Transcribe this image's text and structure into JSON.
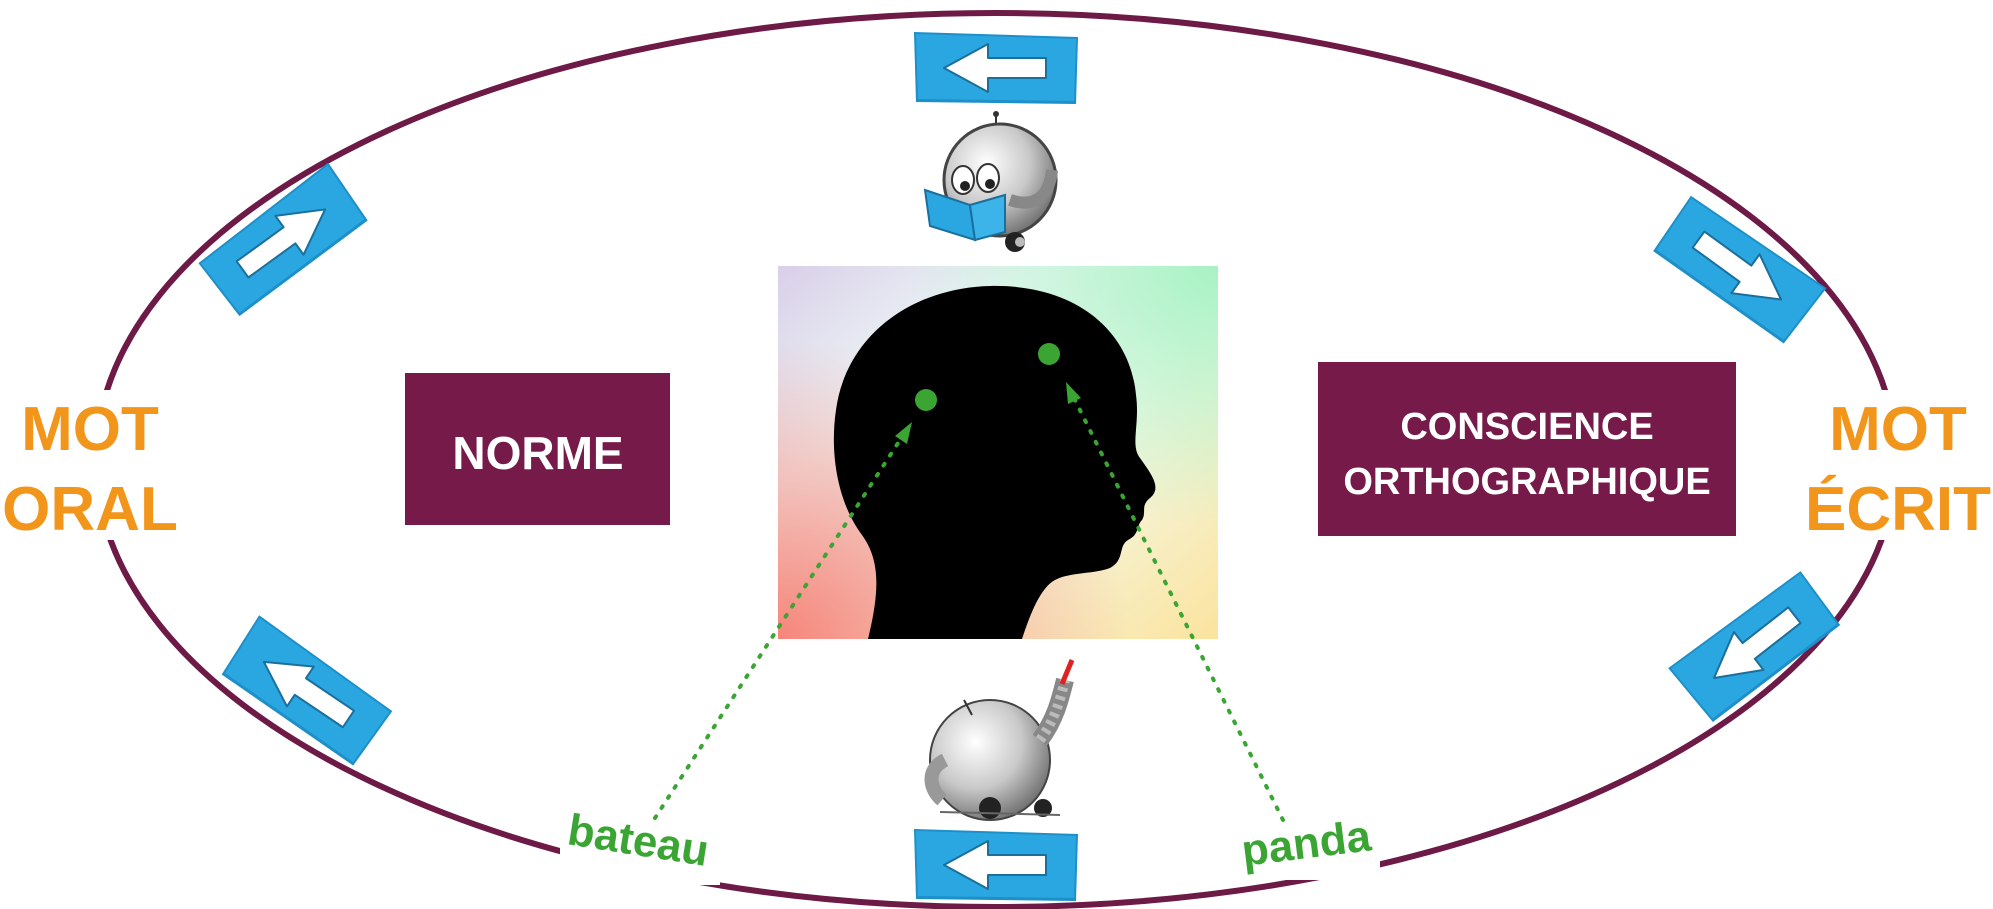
{
  "labels": {
    "left": [
      "MOT",
      "ORAL"
    ],
    "right": [
      "MOT",
      "ÉCRIT"
    ],
    "norme": "NORME",
    "conscience": [
      "CONSCIENCE",
      "ORTHOGRAPHIQUE"
    ],
    "word_left": "bateau",
    "word_right": "panda"
  },
  "icons": {
    "arrows": [
      "blue-arrow-sign-icon"
    ],
    "robot_top": "robot-reading-icon",
    "robot_bottom": "robot-writing-icon",
    "head": "head-silhouette-icon"
  },
  "colors": {
    "ellipse": "#6E1A46",
    "box": "#761A49",
    "orange": "#F2961B",
    "green": "#3BA534",
    "arrow_blue": "#2AA7E0"
  }
}
